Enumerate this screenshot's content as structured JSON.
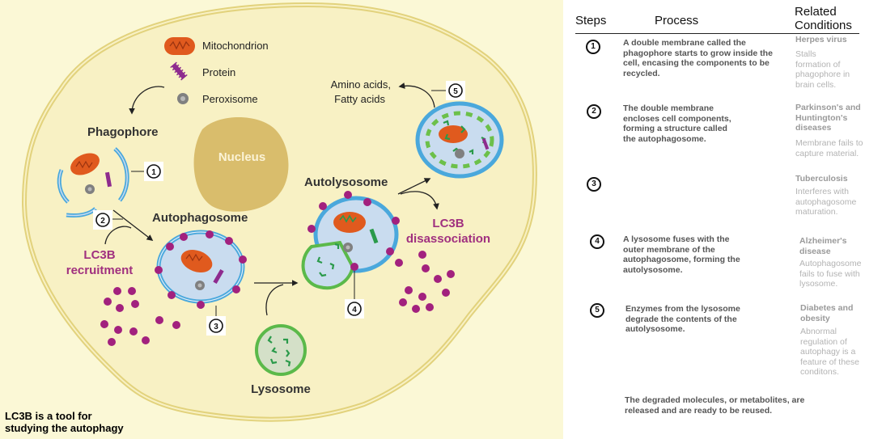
{
  "diagram": {
    "legend": {
      "mitochondrion": "Mitochondrion",
      "protein": "Protein",
      "peroxisome": "Peroxisome"
    },
    "labels": {
      "phagophore": "Phagophore",
      "nucleus": "Nucleus",
      "autophagosome": "Autophagosome",
      "autolysosome": "Autolysosome",
      "lysosome": "Lysosome",
      "lc3b_recruitment_1": "LC3B",
      "lc3b_recruitment_2": "recruitment",
      "lc3b_disassociation_1": "LC3B",
      "lc3b_disassociation_2": "disassociation",
      "products_1": "Amino acids,",
      "products_2": "Fatty acids"
    },
    "step_markers": [
      "1",
      "2",
      "3",
      "4",
      "5"
    ],
    "colors": {
      "cytoplasm": "#f8f1c4",
      "membrane": "#e6d98a",
      "nucleus": "#d9bd6c",
      "vesicle_fill": "#c9dcef",
      "vesicle_membrane": "#4aa8dc",
      "lc3b": "#a2217e",
      "lysosome": "#5bb94a",
      "mitochondrion": "#e05a1e"
    },
    "caption": "LC3B is a tool for\nstudying the autophagy"
  },
  "table": {
    "headers": {
      "steps": "Steps",
      "process": "Process",
      "related_1": "Related",
      "related_2": "Conditions"
    },
    "rows": [
      {
        "step": "1",
        "process": "A double membrane called the phagophore starts to grow inside the cell, encasing the components to be recycled.",
        "condition": "Herpes virus",
        "condition_detail": "Stalls formation of phagophore in brain cells."
      },
      {
        "step": "2",
        "process": "The double membrane encloses cell components, forming a structure called the autophagosome.",
        "condition": "Parkinson's and Huntington's diseases",
        "condition_detail": "Membrane fails to capture material."
      },
      {
        "step": "3",
        "process": "",
        "condition": "Tuberculosis",
        "condition_detail": "Interferes with autophagosome maturation."
      },
      {
        "step": "4",
        "process": "A lysosome fuses with the outer membrane of the autophagosome, forming the autolysosome.",
        "condition": "Alzheimer's disease",
        "condition_detail": "Autophagosome fails to fuse with lysosome."
      },
      {
        "step": "5",
        "process": "Enzymes from the lysosome degrade the contents of the autolysosome.",
        "condition": "Diabetes and obesity",
        "condition_detail": "Abnormal regulation of autophagy is a feature of these conditons."
      }
    ],
    "final_note": "The degraded molecules, or metabolites, are released and are ready to be reused."
  }
}
